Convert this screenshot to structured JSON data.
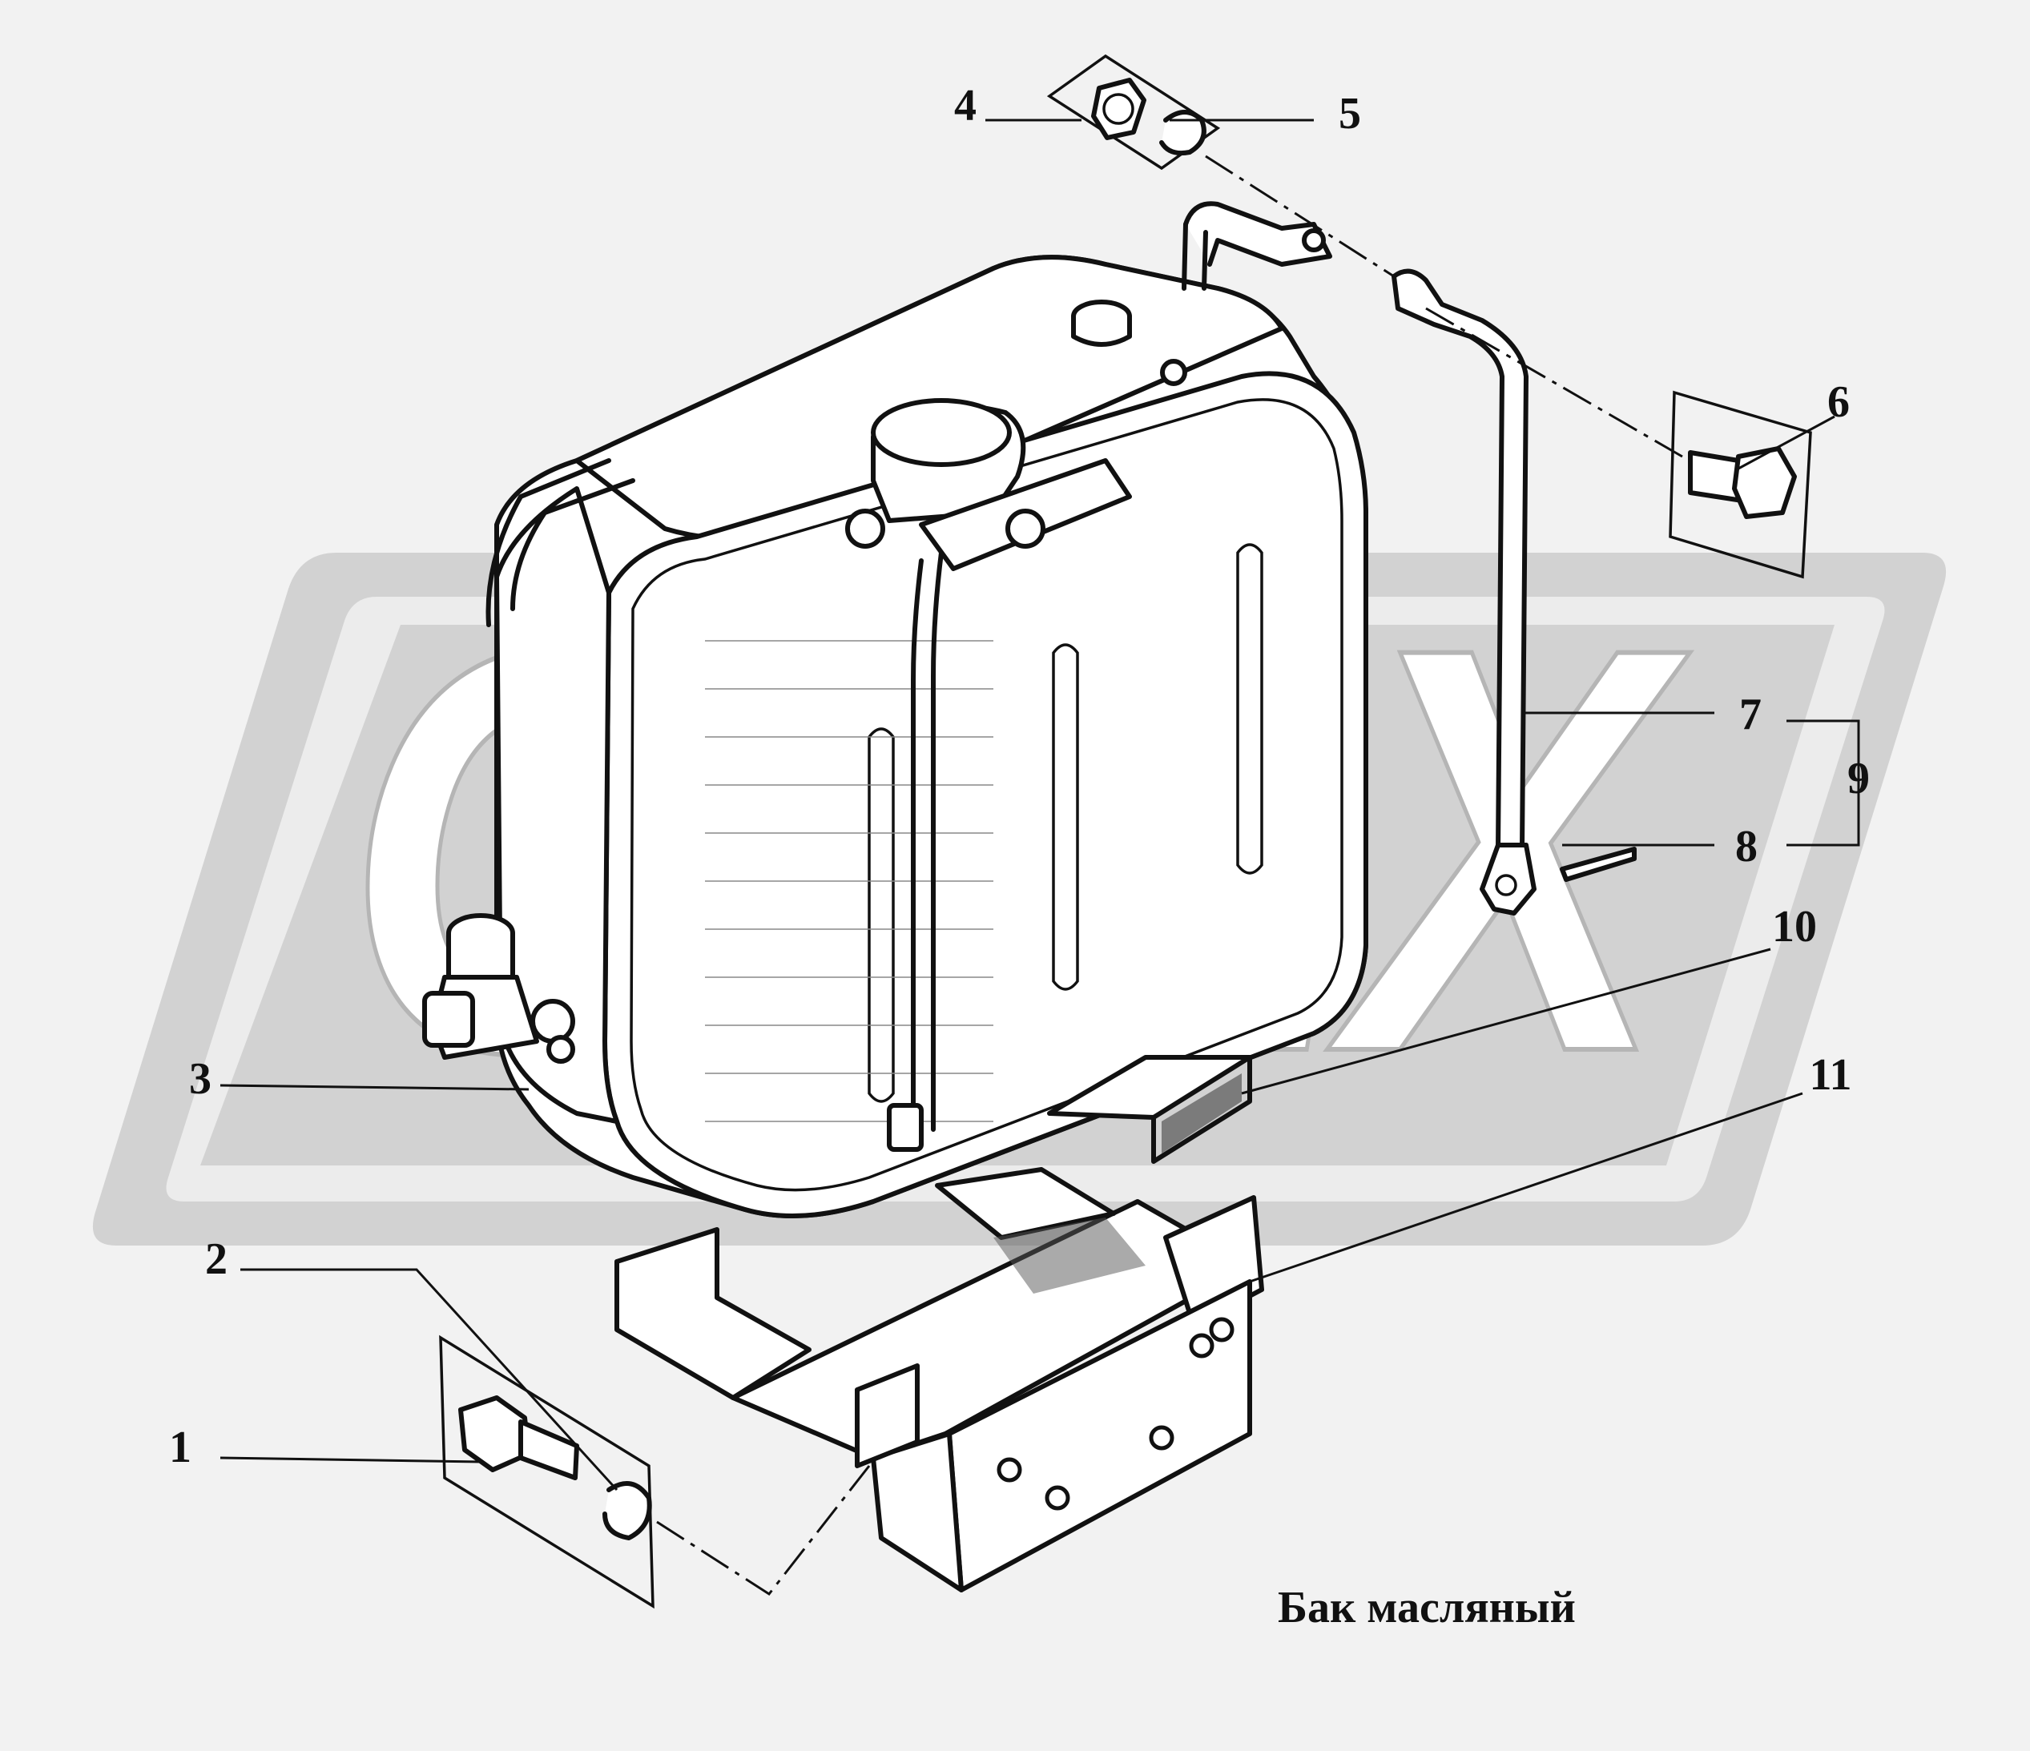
{
  "diagram": {
    "caption": "Бак  масляный",
    "callouts": [
      "1",
      "2",
      "3",
      "4",
      "5",
      "6",
      "7",
      "8",
      "9",
      "10",
      "11"
    ],
    "watermark": "OPEX"
  },
  "colors": {
    "background": "#f2f2f2",
    "watermark": "#d2d2d2",
    "ink": "#111111"
  }
}
